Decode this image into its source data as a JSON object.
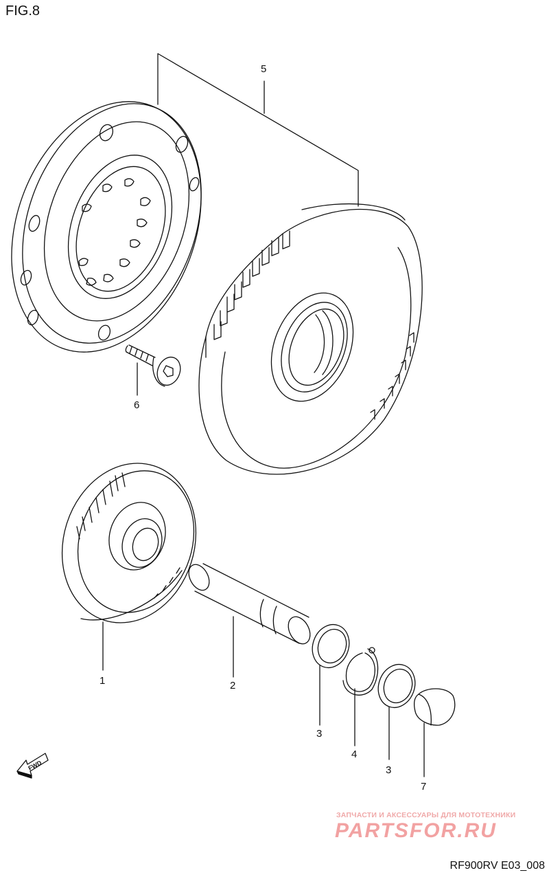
{
  "figure": {
    "title": "FIG.8",
    "code": "RF900RV E03_008"
  },
  "callouts": [
    {
      "id": "5",
      "text": "5"
    },
    {
      "id": "6",
      "text": "6"
    },
    {
      "id": "1",
      "text": "1"
    },
    {
      "id": "2",
      "text": "2"
    },
    {
      "id": "3a",
      "text": "3"
    },
    {
      "id": "4",
      "text": "4"
    },
    {
      "id": "3b",
      "text": "3"
    },
    {
      "id": "7",
      "text": "7"
    }
  ],
  "fwd_label": "FWD",
  "watermark": {
    "tagline": "ЗАПЧАСТИ И АКСЕССУАРЫ ДЛЯ МОТОТЕХНИКИ",
    "logo": "PARTSFOR.RU",
    "color": "#f2a2a2"
  }
}
